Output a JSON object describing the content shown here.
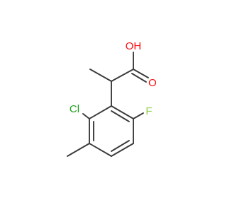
{
  "molecule": {
    "atoms": {
      "hydroxyl": {
        "label": "OH",
        "color": "#ff0d0d"
      },
      "carbonyl_oxygen": {
        "label": "O",
        "color": "#ff0d0d"
      },
      "chlorine": {
        "label": "Cl",
        "color": "#1fa01f"
      },
      "fluorine": {
        "label": "F",
        "color": "#8fd14f"
      }
    },
    "bond_color": "#3a3a3a"
  }
}
